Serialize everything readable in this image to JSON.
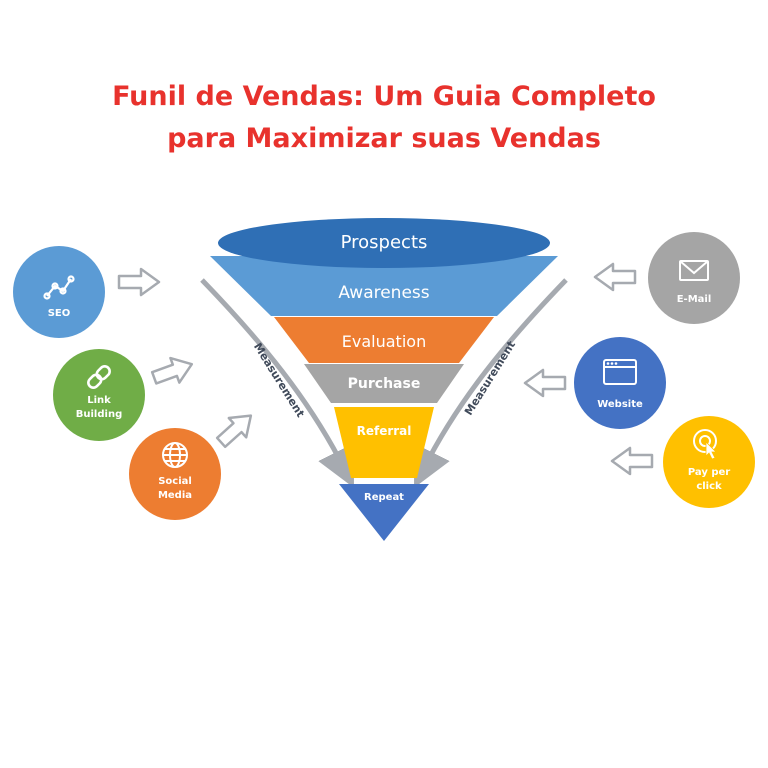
{
  "title": {
    "line1": "Funil de Vendas: Um Guia Completo",
    "line2": "para Maximizar suas Vendas"
  },
  "funnel": {
    "stages": [
      {
        "label": "Prospects",
        "color": "#2f6fb5"
      },
      {
        "label": "Awareness",
        "color": "#5b9bd5"
      },
      {
        "label": "Evaluation",
        "color": "#ed7d31"
      },
      {
        "label": "Purchase",
        "color": "#a5a5a5"
      },
      {
        "label": "Referral",
        "color": "#ffc000"
      },
      {
        "label": "Repeat",
        "color": "#4472c4"
      }
    ],
    "measurement_left": "Measurement",
    "measurement_right": "Measurement"
  },
  "channels_left": [
    {
      "lines": [
        "SEO"
      ],
      "icon": "chart-line-icon",
      "color": "#5b9bd5"
    },
    {
      "lines": [
        "Link",
        "Building"
      ],
      "icon": "link-icon",
      "color": "#70ad47"
    },
    {
      "lines": [
        "Social",
        "Media"
      ],
      "icon": "globe-icon",
      "color": "#ed7d31"
    }
  ],
  "channels_right": [
    {
      "lines": [
        "E-Mail"
      ],
      "icon": "envelope-icon",
      "color": "#a5a5a5"
    },
    {
      "lines": [
        "Website"
      ],
      "icon": "browser-window-icon",
      "color": "#4472c4"
    },
    {
      "lines": [
        "Pay per",
        "click"
      ],
      "icon": "cursor-click-icon",
      "color": "#ffc000"
    }
  ]
}
